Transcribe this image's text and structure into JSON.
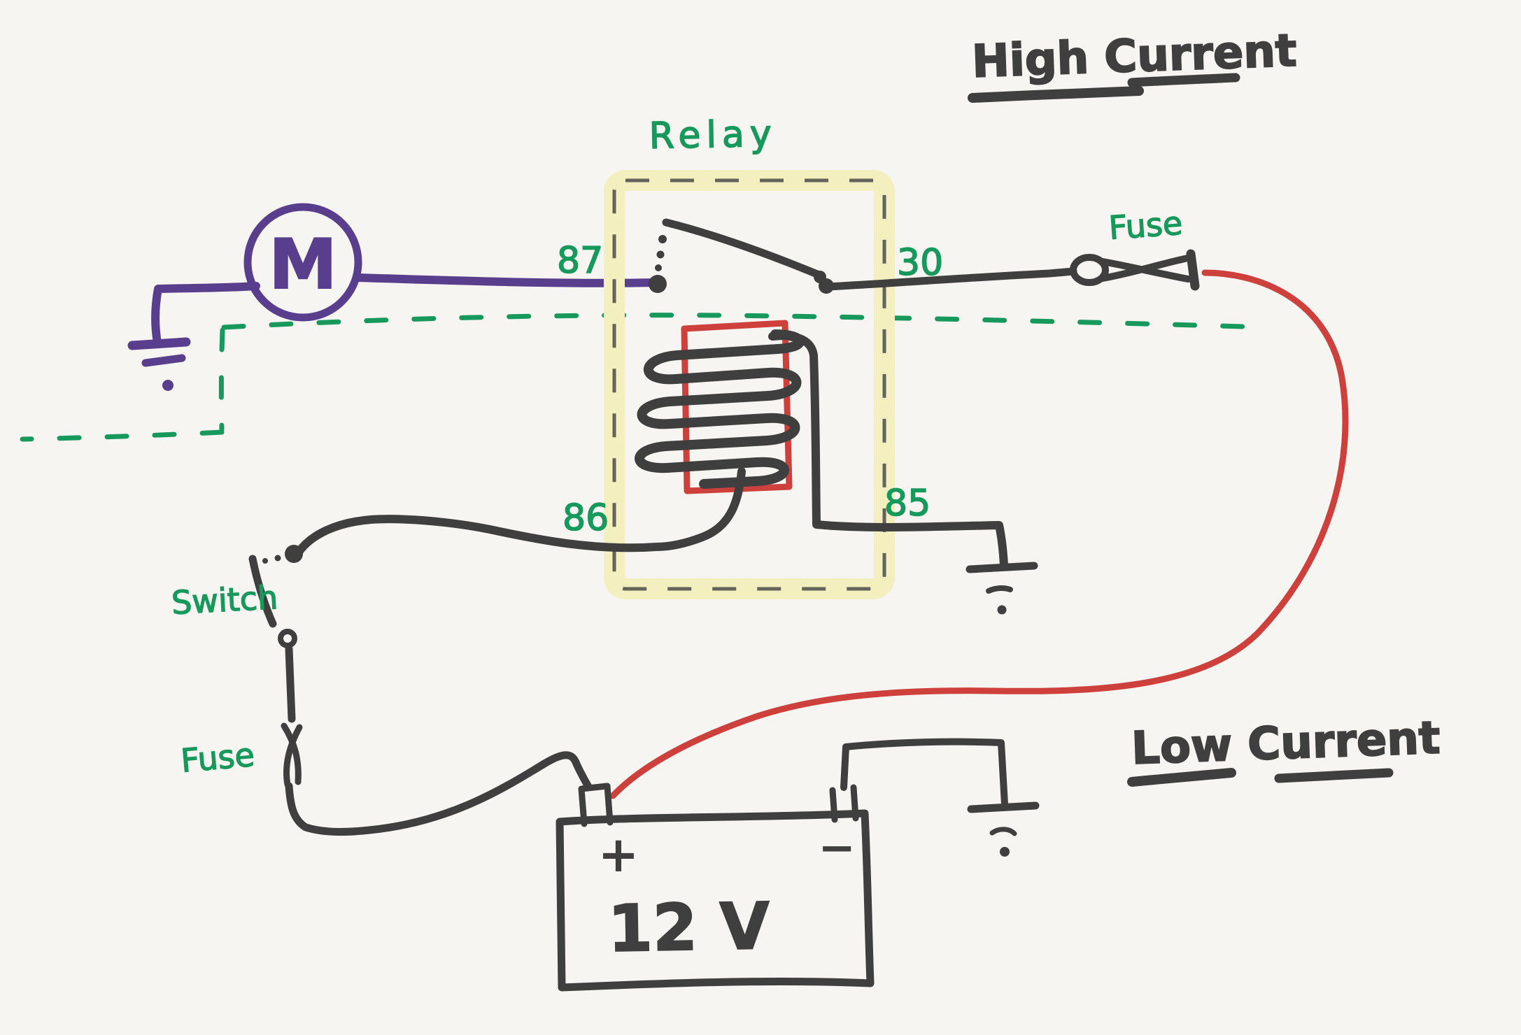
{
  "title": "Hand-drawn automotive relay wiring diagram",
  "colors": {
    "paper": "#f7f5f1",
    "ink": "#3f3f3f",
    "green": "#17995c",
    "purple": "#5a3e8e",
    "red": "#cd403c",
    "relay_highlight": "#f3efbe"
  },
  "headings": {
    "high_current": "High Current",
    "low_current": "Low Current"
  },
  "labels": {
    "relay": "Relay",
    "fuse_top": "Fuse",
    "fuse_left": "Fuse",
    "switch": "Switch",
    "motor": "M",
    "terminal_87": "87",
    "terminal_30": "30",
    "terminal_86": "86",
    "terminal_85": "85"
  },
  "battery": {
    "voltage": "12 V",
    "plus": "+",
    "minus": "−"
  }
}
